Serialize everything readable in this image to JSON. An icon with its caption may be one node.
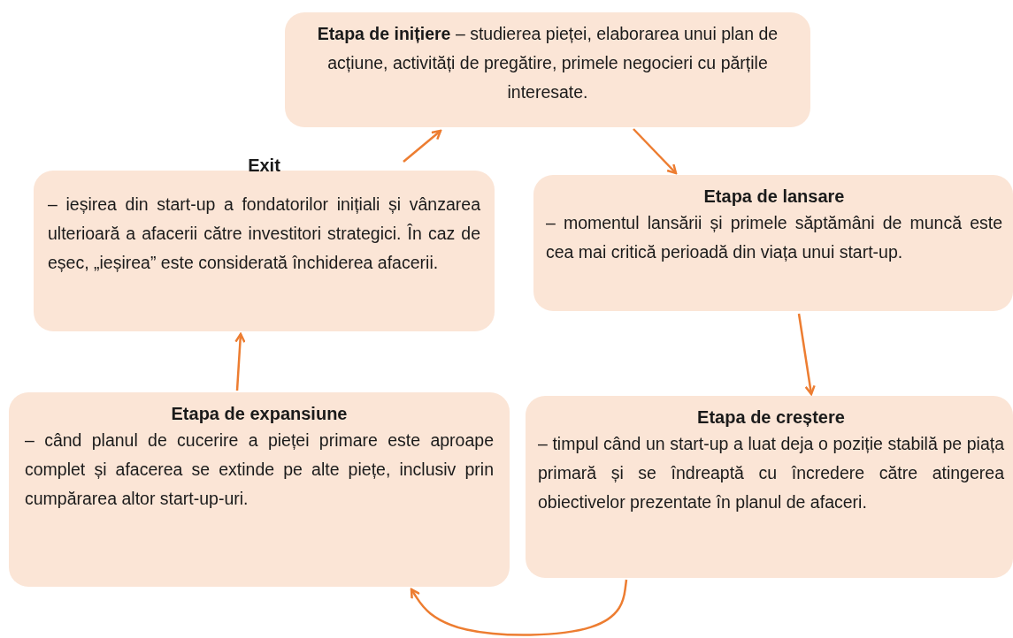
{
  "diagram": {
    "nodes": [
      {
        "text": [
          "**Etapa de inițiere** – studierea pieței, elaborarea unui plan de acțiune, activități de pregătire, primele negocieri cu părțile interesate."
        ]
      },
      {
        "text": [
          "Etapa de lansare",
          "– momentul lansării și primele săptămâni de muncă este cea mai critică perioadă din viața unui start-up."
        ]
      },
      {
        "text": [
          "Etapa de creștere",
          "– timpul când un start-up a luat deja o poziție stabilă pe piața primară și se îndreaptă cu încredere către atingerea obiectivelor prezentate în planul de afaceri."
        ]
      },
      {
        "text": [
          "Etapa de expansiune",
          "– când planul de cucerire a pieței primare este aproape complet și afacerea se extinde pe alte piețe, inclusiv prin cumpărarea altor start-up-uri."
        ]
      },
      {
        "text": [
          "Exit",
          "– ieșirea din start-up a fondatorilor inițiali și vânzarea ulterioară a afacerii către investitori strategici. În caz de eșec, „ieșirea” este considerată închiderea afacerii."
        ]
      }
    ],
    "edges": [
      {
        "from": 0,
        "to": 1,
        "arrow": "to"
      },
      {
        "from": 1,
        "to": 2,
        "arrow": "to"
      },
      {
        "from": 2,
        "to": 3,
        "arrow": "to"
      },
      {
        "from": 3,
        "to": 4,
        "arrow": "to"
      },
      {
        "from": 4,
        "to": 0,
        "arrow": "to"
      }
    ]
  }
}
